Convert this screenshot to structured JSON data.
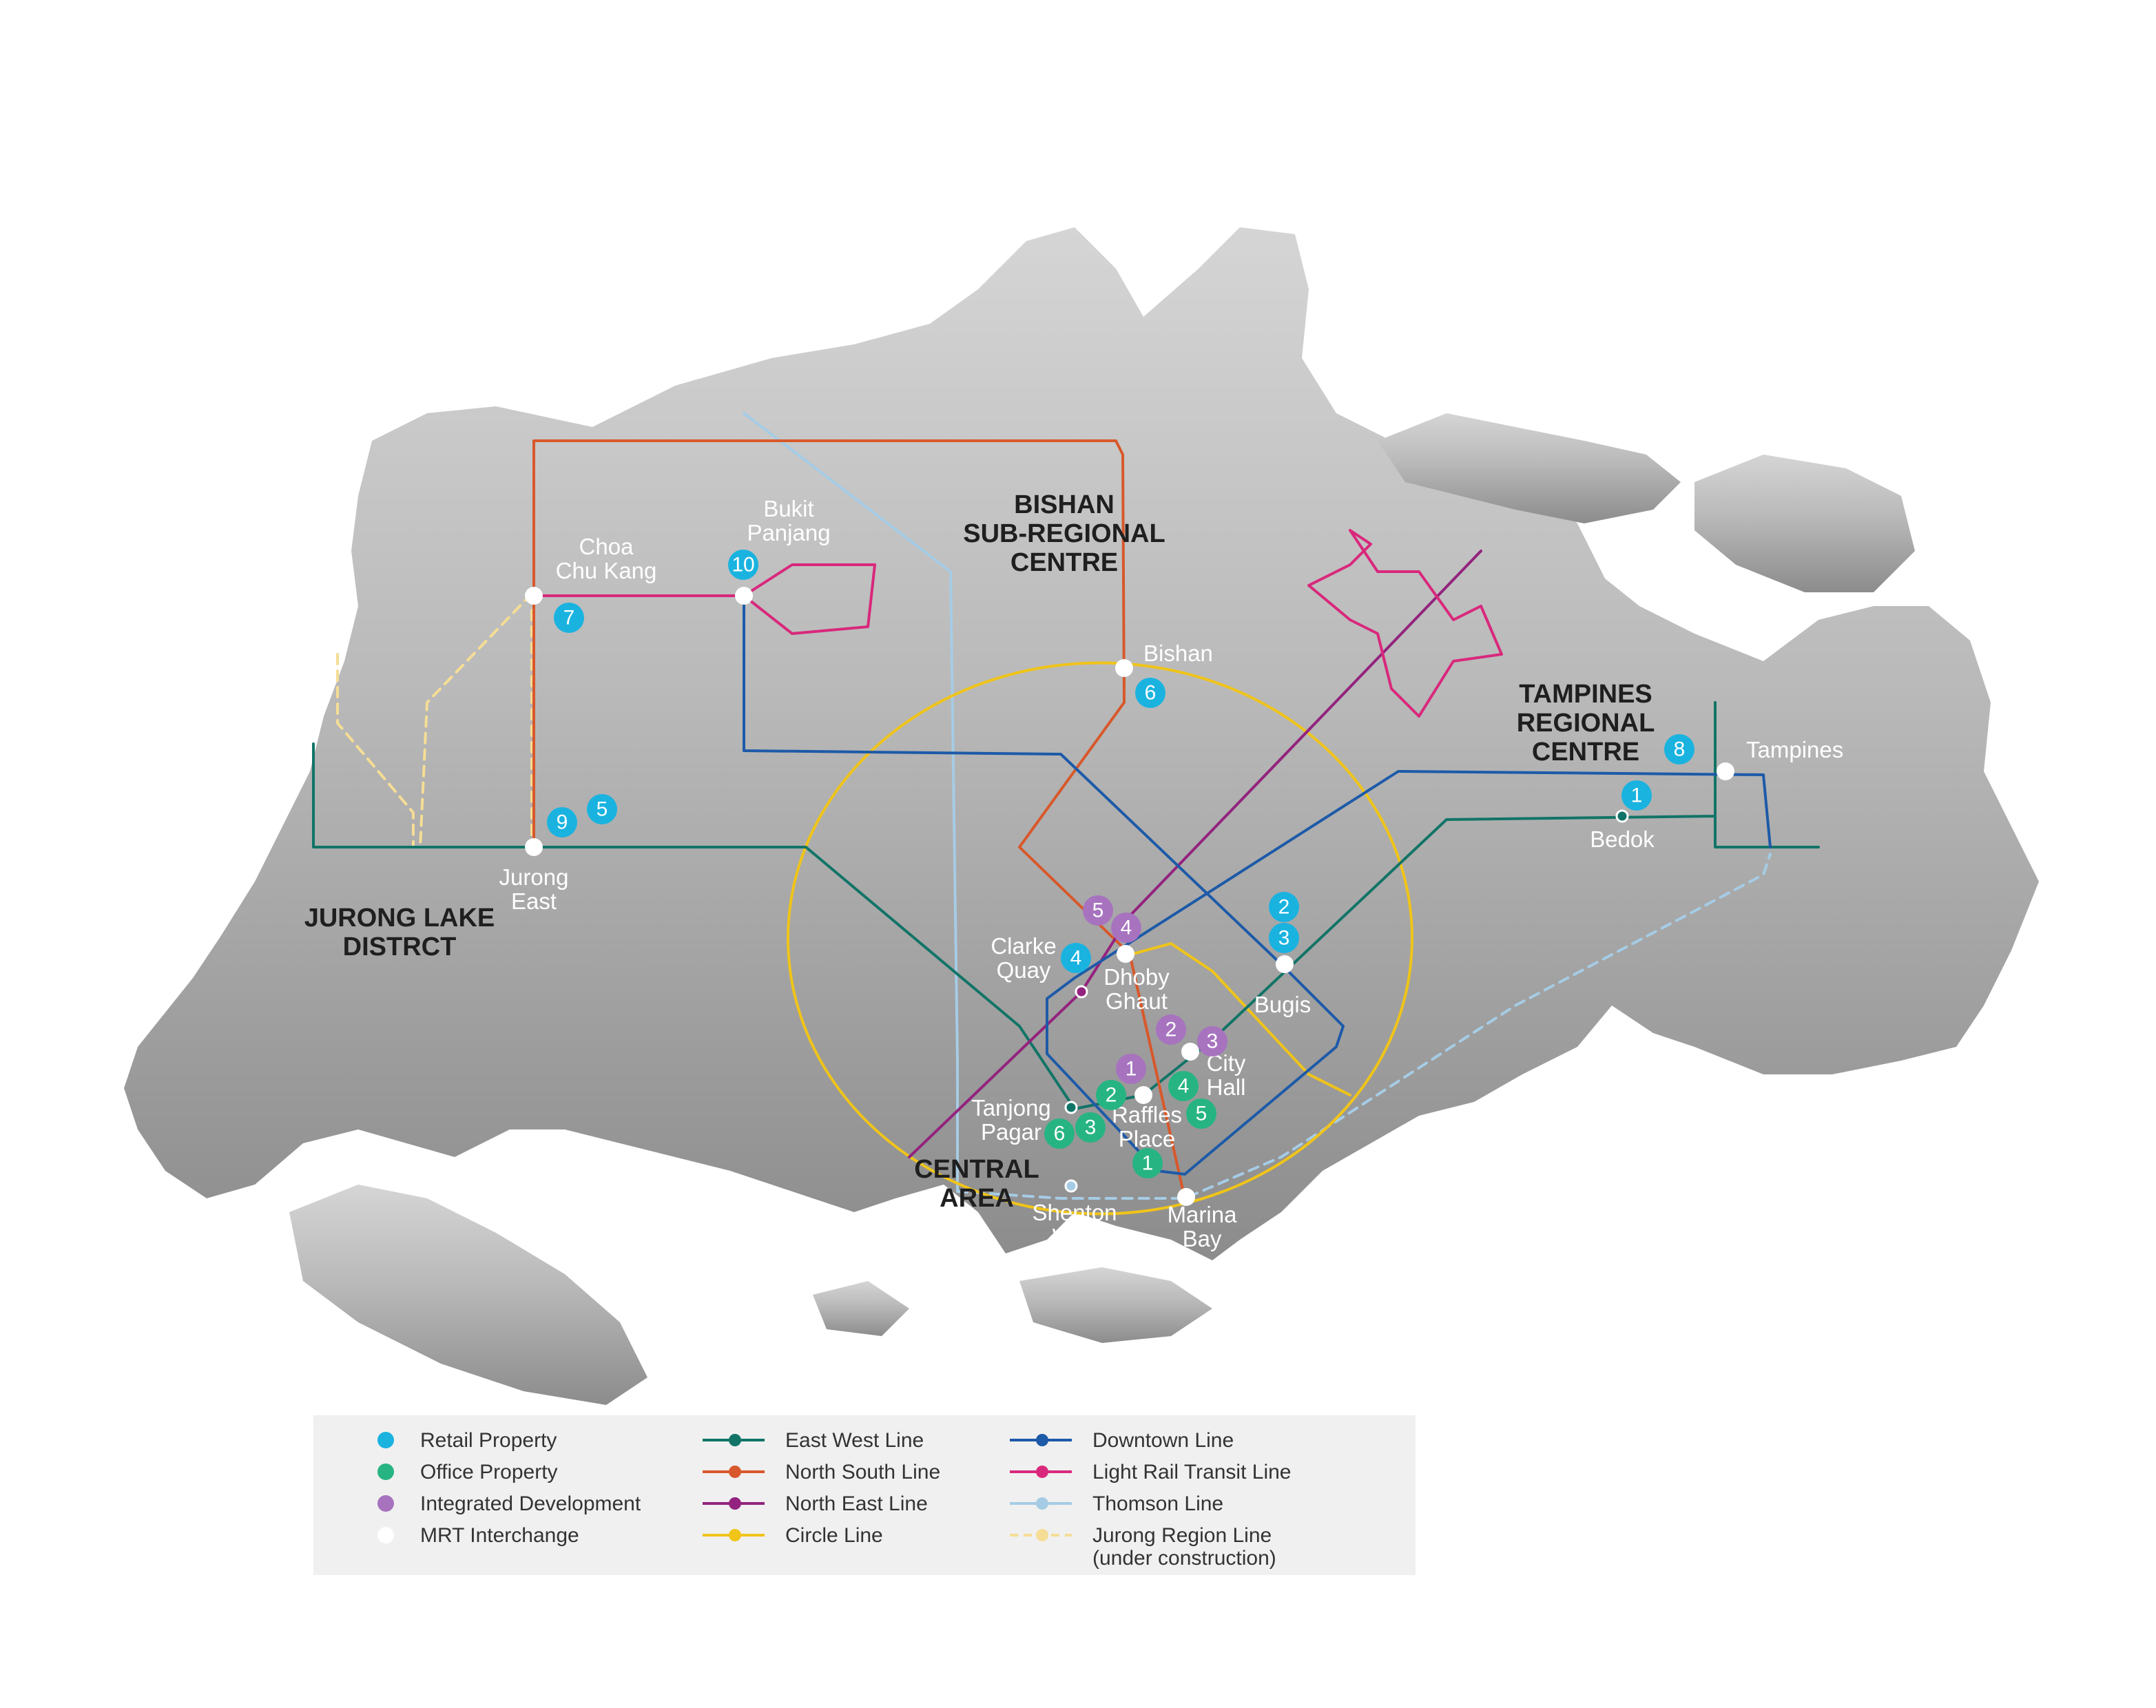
{
  "colors": {
    "retail": "#1ab3e0",
    "office": "#27b483",
    "integrated": "#a773bf",
    "interchange": "#ffffff",
    "east_west": "#117467",
    "north_south": "#d8582b",
    "north_east": "#93237e",
    "circle": "#f0c419",
    "downtown": "#1d5aa8",
    "lrt": "#d9287c",
    "thomson": "#a6cce5",
    "jurong_region": "#f5dd95"
  },
  "regions": {
    "bishan": [
      "BISHAN",
      "SUB-REGIONAL",
      "CENTRE"
    ],
    "tampines": [
      "TAMPINES",
      "REGIONAL",
      "CENTRE"
    ],
    "jurong": [
      "JURONG LAKE",
      "DISTRCT"
    ],
    "central": [
      "CENTRAL",
      "AREA"
    ]
  },
  "stations": {
    "choa_chu_kang": [
      "Choa",
      "Chu Kang"
    ],
    "bukit_panjang": [
      "Bukit",
      "Panjang"
    ],
    "bishan": [
      "Bishan"
    ],
    "tampines": [
      "Tampines"
    ],
    "bedok": [
      "Bedok"
    ],
    "jurong_east": [
      "Jurong",
      "East"
    ],
    "clarke_quay": [
      "Clarke",
      "Quay"
    ],
    "dhoby_ghaut": [
      "Dhoby",
      "Ghaut"
    ],
    "bugis": [
      "Bugis"
    ],
    "city_hall": [
      "City",
      "Hall"
    ],
    "raffles_place": [
      "Raffles",
      "Place"
    ],
    "tanjong_pagar": [
      "Tanjong",
      "Pagar"
    ],
    "shenton_way": [
      "Shenton",
      "Way"
    ],
    "marina_bay": [
      "Marina",
      "Bay"
    ]
  },
  "markers": {
    "retail": [
      "1",
      "2",
      "3",
      "4",
      "5",
      "6",
      "7",
      "8",
      "9",
      "10"
    ],
    "office": [
      "1",
      "2",
      "3",
      "4",
      "5",
      "6"
    ],
    "integrated": [
      "1",
      "2",
      "3",
      "4",
      "5"
    ]
  },
  "legend": {
    "retail": "Retail Property",
    "office": "Office Property",
    "integrated": "Integrated Development",
    "interchange": "MRT Interchange",
    "east_west": "East West Line",
    "north_south": "North South Line",
    "north_east": "North East Line",
    "circle": "Circle Line",
    "downtown": "Downtown Line",
    "lrt": "Light Rail Transit Line",
    "thomson": "Thomson Line",
    "jurong_region": [
      "Jurong Region Line",
      "(under construction)"
    ]
  }
}
